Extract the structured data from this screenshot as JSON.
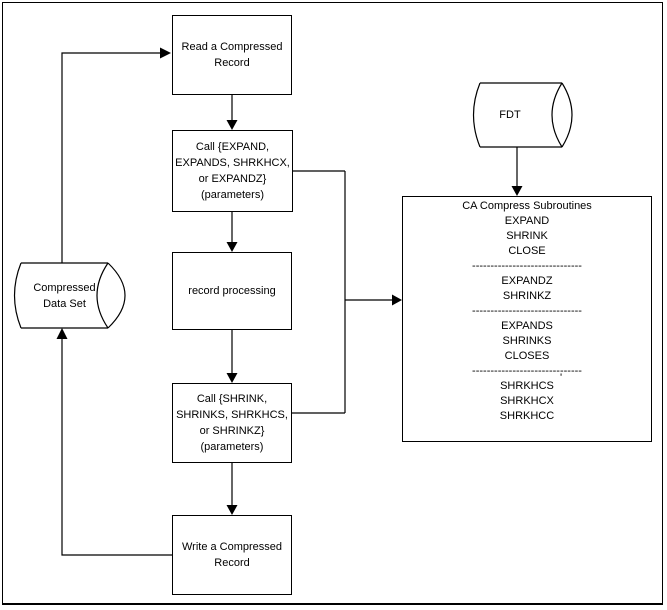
{
  "diagram": {
    "flow_boxes": [
      {
        "id": "read-record",
        "label": "Read a Compressed\nRecord"
      },
      {
        "id": "call-expand",
        "label": "Call {EXPAND,\nEXPANDS, SHRKHCX,\nor EXPANDZ}\n(parameters)"
      },
      {
        "id": "record-processing",
        "label": "record processing"
      },
      {
        "id": "call-shrink",
        "label": "Call {SHRINK,\nSHRINKS, SHRKHCS,\nor SHRINKZ}\n(parameters)"
      },
      {
        "id": "write-record",
        "label": "Write a Compressed\nRecord"
      }
    ],
    "storage": {
      "label": "Compressed\nData Set"
    },
    "fdt": {
      "label": "FDT"
    },
    "subroutine_box": {
      "title": "CA Compress Subroutines",
      "divider": "------------------------------",
      "groups": [
        "EXPAND\nSHRINK\nCLOSE",
        "EXPANDZ\nSHRINKZ",
        "EXPANDS\nSHRINKS\nCLOSES",
        "SHRKHCS\nSHRKHCX\nSHRKHCC"
      ],
      "stray_mark": "'"
    },
    "colors": {
      "line": "#000000",
      "background": "#ffffff"
    }
  }
}
